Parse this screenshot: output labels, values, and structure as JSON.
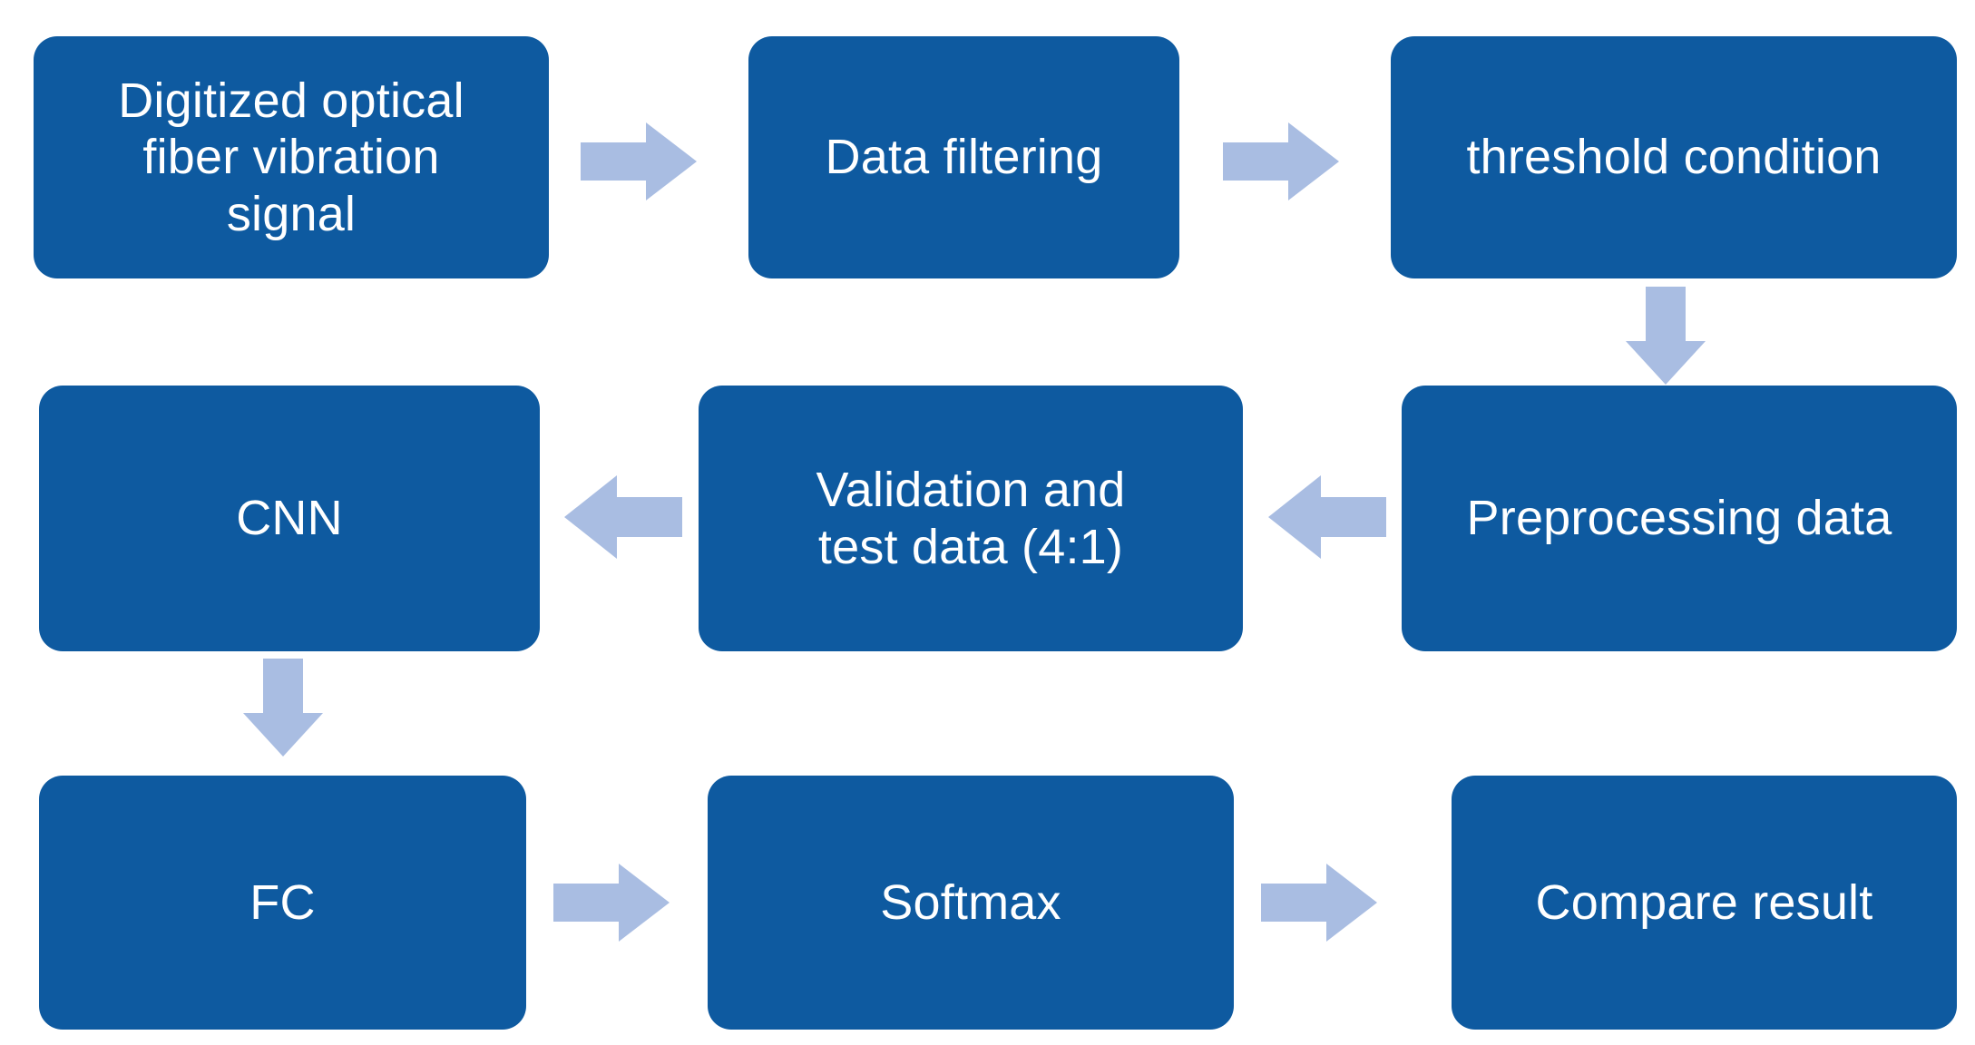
{
  "diagram": {
    "title": "Optical fiber vibration signal CNN recognition flowchart",
    "colors": {
      "node_fill": "#0E5AA0",
      "node_text": "#FFFFFF",
      "arrow_fill": "#A9BDE2",
      "background": "#FFFFFF"
    },
    "nodes": [
      {
        "id": "digitized-signal",
        "label": "Digitized optical\nfiber vibration\nsignal",
        "row": 1,
        "column": 1
      },
      {
        "id": "data-filtering",
        "label": "Data filtering",
        "row": 1,
        "column": 2
      },
      {
        "id": "threshold",
        "label": "threshold condition",
        "row": 1,
        "column": 3
      },
      {
        "id": "cnn",
        "label": "CNN",
        "row": 2,
        "column": 1
      },
      {
        "id": "validation",
        "label": "Validation and\ntest data (4:1)",
        "row": 2,
        "column": 2
      },
      {
        "id": "preprocessing",
        "label": "Preprocessing data",
        "row": 2,
        "column": 3
      },
      {
        "id": "fc",
        "label": "FC",
        "row": 3,
        "column": 1
      },
      {
        "id": "softmax",
        "label": "Softmax",
        "row": 3,
        "column": 2
      },
      {
        "id": "compare-result",
        "label": "Compare result",
        "row": 3,
        "column": 3
      }
    ],
    "arrows": [
      {
        "id": "signal-to-filtering",
        "from": "digitized-signal",
        "to": "data-filtering",
        "direction": "right"
      },
      {
        "id": "filtering-to-threshold",
        "from": "data-filtering",
        "to": "threshold",
        "direction": "right"
      },
      {
        "id": "threshold-to-preprocessing",
        "from": "threshold",
        "to": "preprocessing",
        "direction": "down"
      },
      {
        "id": "preprocessing-to-validation",
        "from": "preprocessing",
        "to": "validation",
        "direction": "left"
      },
      {
        "id": "validation-to-cnn",
        "from": "validation",
        "to": "cnn",
        "direction": "left"
      },
      {
        "id": "cnn-to-fc",
        "from": "cnn",
        "to": "fc",
        "direction": "down"
      },
      {
        "id": "fc-to-softmax",
        "from": "fc",
        "to": "softmax",
        "direction": "right"
      },
      {
        "id": "softmax-to-compare",
        "from": "softmax",
        "to": "compare-result",
        "direction": "right"
      }
    ]
  }
}
